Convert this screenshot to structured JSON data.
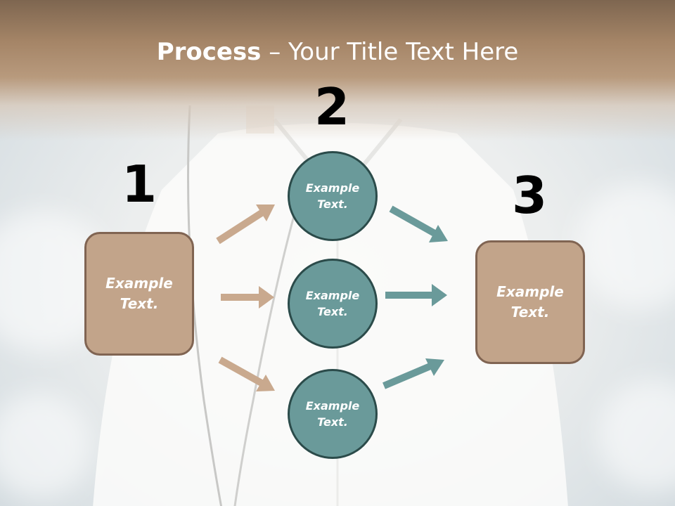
{
  "title": {
    "bold": "Process",
    "rest": " – Your Title Text Here"
  },
  "steps": [
    {
      "number": "1",
      "text": "Example Text."
    },
    {
      "number": "2",
      "items": [
        "Example Text.",
        "Example Text.",
        "Example Text."
      ]
    },
    {
      "number": "3",
      "text": "Example Text."
    }
  ],
  "colors": {
    "box_fill": "#c2a48a",
    "box_border": "#806452",
    "circle_fill": "#6a9a9a",
    "circle_border": "#2b4b4a",
    "arrow_tan": "#c9a98e",
    "arrow_teal": "#6a9a9a",
    "header_band": "#a58567"
  }
}
